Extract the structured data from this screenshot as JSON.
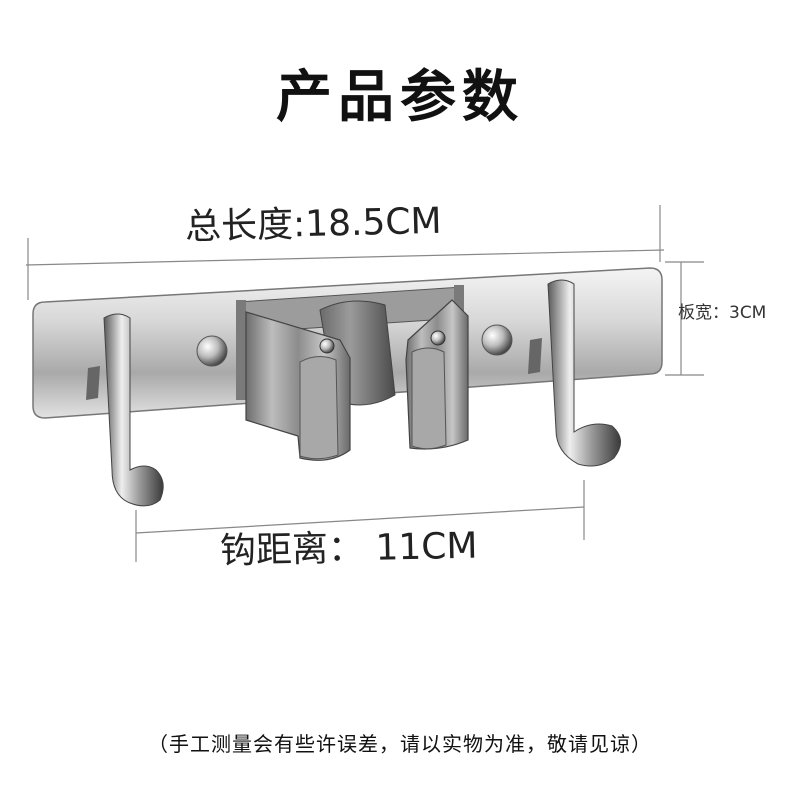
{
  "title": "产品参数",
  "dimensions": {
    "total_length": "总长度:18.5CM",
    "board_width": "板宽：3CM",
    "hook_distance": "钩距离：  11CM"
  },
  "note": "（手工测量会有些许误差，请以实物为准，敬请见谅）"
}
